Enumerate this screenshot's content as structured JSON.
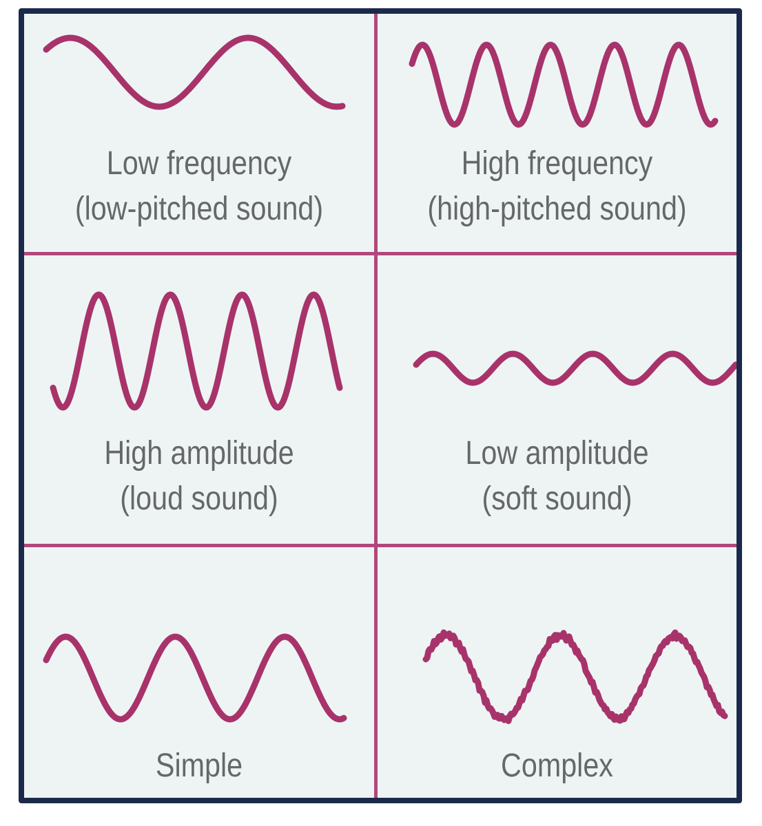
{
  "colors": {
    "border": "#1b2a4a",
    "background": "#eef4f4",
    "accent": "#a8336a",
    "text": "#666868"
  },
  "cells": [
    {
      "id": "low-frequency",
      "wave": "low-frequency-wave",
      "line1": "Low frequency",
      "line2": "(low-pitched sound)"
    },
    {
      "id": "high-frequency",
      "wave": "high-frequency-wave",
      "line1": "High frequency",
      "line2": "(high-pitched sound)"
    },
    {
      "id": "high-amplitude",
      "wave": "high-amplitude-wave",
      "line1": "High amplitude",
      "line2": "(loud sound)"
    },
    {
      "id": "low-amplitude",
      "wave": "low-amplitude-wave",
      "line1": "Low amplitude",
      "line2": "(soft sound)"
    },
    {
      "id": "simple",
      "wave": "simple-wave",
      "line1": "Simple"
    },
    {
      "id": "complex",
      "wave": "complex-wave",
      "line1": "Complex"
    }
  ]
}
